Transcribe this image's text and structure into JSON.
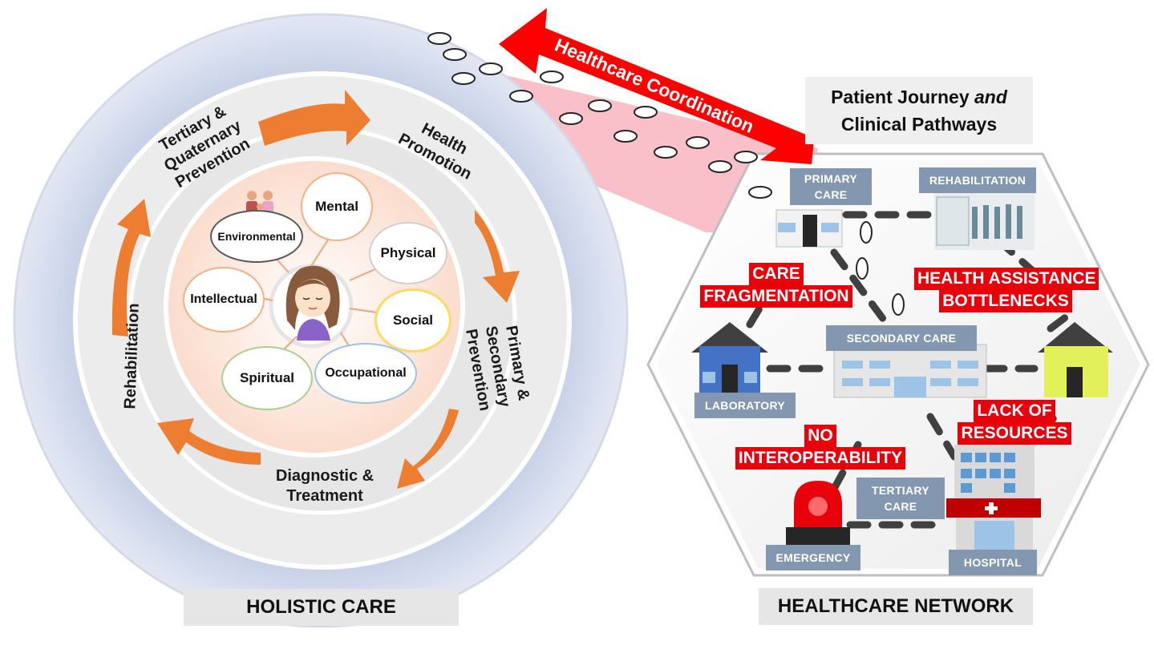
{
  "holistic": {
    "caption": "HOLISTIC CARE",
    "phases": {
      "health_promotion": [
        "Health",
        "Promotion"
      ],
      "primary_secondary": [
        "Primary &",
        "Secondary",
        "Prevention"
      ],
      "diagnostic": [
        "Diagnostic &",
        "Treatment"
      ],
      "rehabilitation": "Rehabilitation",
      "tertiary": [
        "Tertiary &",
        "Quaternary",
        "Prevention"
      ]
    },
    "dimensions": {
      "mental": "Mental",
      "physical": "Physical",
      "social": "Social",
      "occupational": "Occupational",
      "spiritual": "Spiritual",
      "intellectual": "Intellectual",
      "environmental": "Environmental"
    },
    "colors": {
      "outer_ring": "#c8d1e6",
      "arrow": "#ed7d31",
      "inner_disc": "#fbe1d3"
    }
  },
  "coordination": {
    "label": "Healthcare Coordination",
    "color": "#ff0000"
  },
  "network": {
    "caption": "HEALTHCARE NETWORK",
    "title_line1_regular": "Patient Journey ",
    "title_line1_italic": "and",
    "title_line2": "Clinical Pathways",
    "nodes": {
      "primary_care": [
        "PRIMARY",
        "CARE"
      ],
      "rehabilitation": "REHABILITATION",
      "secondary_care": "SECONDARY CARE",
      "laboratory": "LABORATORY",
      "tertiary_care": [
        "TERTIARY",
        "CARE"
      ],
      "emergency": "EMERGENCY",
      "hospital": "HOSPITAL"
    },
    "problems": {
      "care_fragmentation": [
        "CARE",
        "FRAGMENTATION"
      ],
      "bottlenecks": [
        "HEALTH ASSISTANCE",
        "BOTTLENECKS"
      ],
      "lack_resources": [
        "LACK OF",
        "RESOURCES"
      ],
      "interoperability": [
        "NO",
        "INTEROPERABILITY"
      ]
    },
    "colors": {
      "tag": "#8497b0",
      "problem": "#e8000b",
      "lab_house": "#4472c4",
      "right_house": "#e2f05a"
    }
  }
}
